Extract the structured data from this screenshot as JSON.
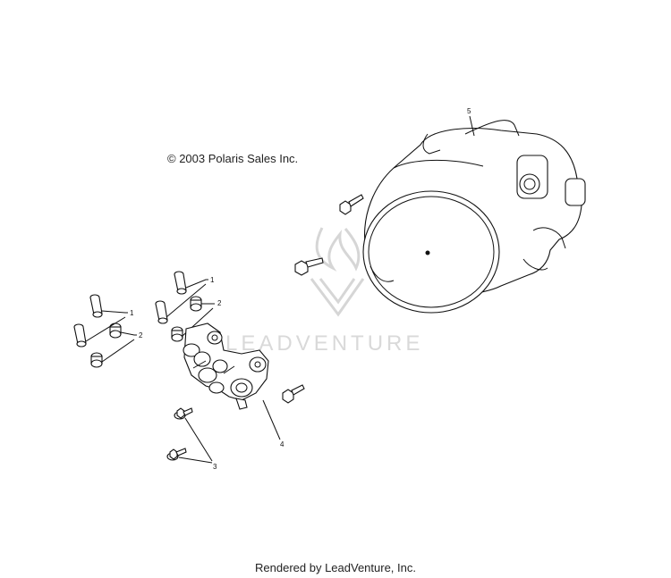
{
  "copyright": "© 2003 Polaris Sales Inc.",
  "watermark": "LEADVENTURE",
  "footer": "Rendered by LeadVenture, Inc.",
  "callouts": [
    "1",
    "2",
    "1",
    "2",
    "3",
    "4",
    "5"
  ],
  "icons": {
    "watermark_logo": "leadventure-flame-logo",
    "cover": "recoil-housing-cover",
    "bracket": "throttle-body-bracket",
    "bolt": "hex-bolt",
    "bushing": "rubber-bushing"
  },
  "colors": {
    "line": "#111111",
    "watermark": "#d9d9d9",
    "background": "#ffffff"
  }
}
